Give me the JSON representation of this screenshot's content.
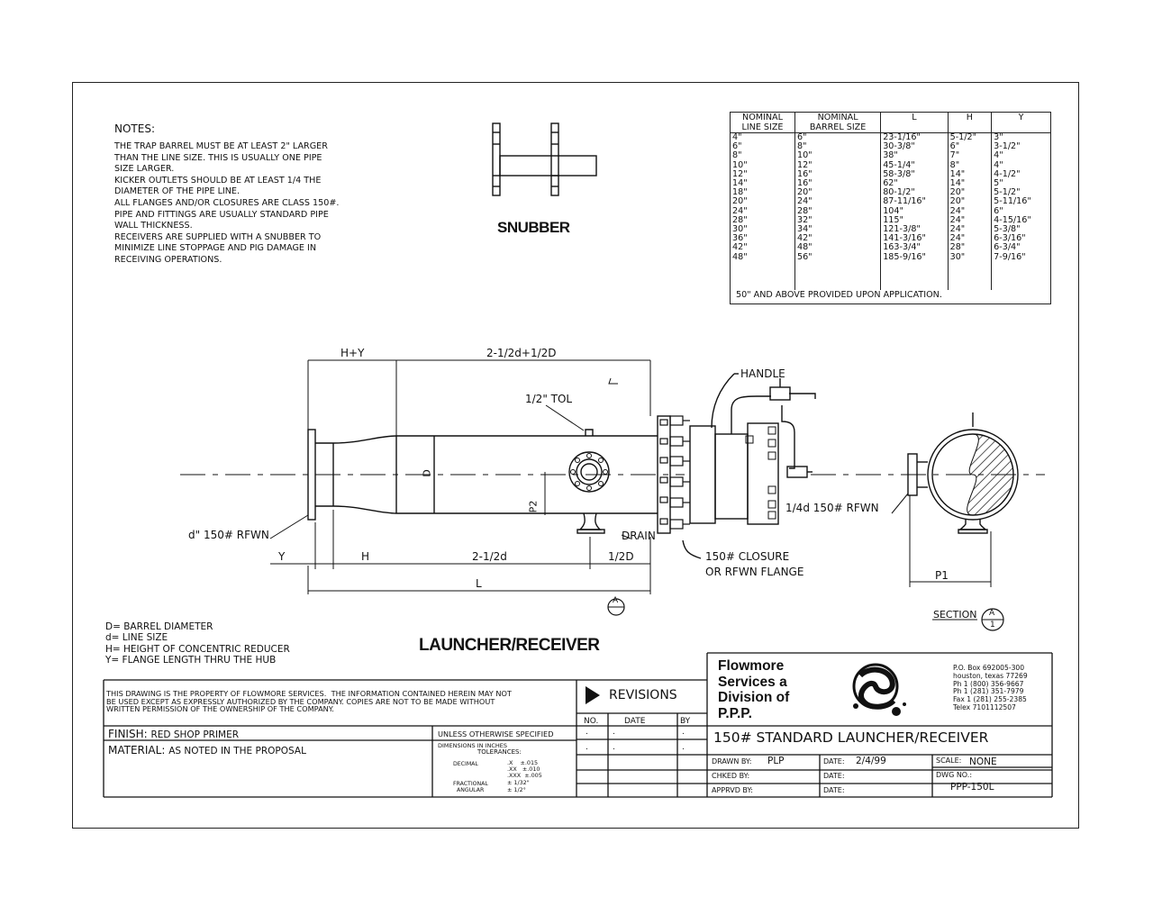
{
  "notes": {
    "heading": "NOTES:",
    "lines": [
      "THE TRAP BARREL MUST BE AT LEAST 2\" LARGER",
      "THAN THE LINE SIZE. THIS IS USUALLY ONE PIPE",
      "SIZE LARGER.",
      "KICKER OUTLETS SHOULD BE AT LEAST 1/4 THE",
      "DIAMETER OF THE PIPE LINE.",
      "ALL FLANGES AND/OR CLOSURES ARE CLASS 150#.",
      "PIPE AND FITTINGS ARE USUALLY STANDARD PIPE",
      "WALL THICKNESS.",
      "RECEIVERS ARE SUPPLIED WITH A SNUBBER TO",
      "MINIMIZE LINE STOPPAGE AND PIG DAMAGE IN",
      "RECEIVING OPERATIONS."
    ]
  },
  "snubber_label": "SNUBBER",
  "spec_table": {
    "headers": [
      "NOMINAL\nLINE SIZE",
      "NOMINAL\nBARREL SIZE",
      "L",
      "H",
      "Y"
    ],
    "rows": [
      [
        "4\"",
        "6\"",
        "23-1/16\"",
        "5-1/2\"",
        "3\""
      ],
      [
        "6\"",
        "8\"",
        "30-3/8\"",
        "6\"",
        "3-1/2\""
      ],
      [
        "8\"",
        "10\"",
        "38\"",
        "7\"",
        "4\""
      ],
      [
        "10\"",
        "12\"",
        "45-1/4\"",
        "8\"",
        "4\""
      ],
      [
        "12\"",
        "16\"",
        "58-3/8\"",
        "14\"",
        "4-1/2\""
      ],
      [
        "14\"",
        "16\"",
        "62\"",
        "14\"",
        "5\""
      ],
      [
        "18\"",
        "20\"",
        "80-1/2\"",
        "20\"",
        "5-1/2\""
      ],
      [
        "20\"",
        "24\"",
        "87-11/16\"",
        "20\"",
        "5-11/16\""
      ],
      [
        "24\"",
        "28\"",
        "104\"",
        "24\"",
        "6\""
      ],
      [
        "28\"",
        "32\"",
        "115\"",
        "24\"",
        "4-15/16\""
      ],
      [
        "30\"",
        "34\"",
        "121-3/8\"",
        "24\"",
        "5-3/8\""
      ],
      [
        "36\"",
        "42\"",
        "141-3/16\"",
        "24\"",
        "6-3/16\""
      ],
      [
        "42\"",
        "48\"",
        "163-3/4\"",
        "28\"",
        "6-3/4\""
      ],
      [
        "48\"",
        "56\"",
        "185-9/16\"",
        "30\"",
        "7-9/16\""
      ]
    ],
    "footnote": "50\" AND ABOVE PROVIDED UPON APPLICATION."
  },
  "dims": {
    "hy": "H+Y",
    "top_span": "2-1/2d+1/2D",
    "tol": "1/2\" TOL",
    "d_big": "D",
    "p2": "P2",
    "drain": "DRAIN",
    "rfwn_left": "d\" 150# RFWN",
    "y": "Y",
    "h": "H",
    "mid_span": "2-1/2d",
    "half_d": "1/2D",
    "l": "L",
    "handle": "HANDLE",
    "closure_1": "150# CLOSURE",
    "closure_2": "OR RFWN FLANGE",
    "rfwn_right": "1/4d 150# RFWN",
    "p1": "P1",
    "section": "SECTION",
    "section_letter": "A",
    "section_num": "1",
    "section_mark": "A"
  },
  "legend": [
    "D= BARREL DIAMETER",
    "d= LINE SIZE",
    "H= HEIGHT OF CONCENTRIC REDUCER",
    "Y= FLANGE LENGTH THRU THE HUB"
  ],
  "main_title": "LAUNCHER/RECEIVER",
  "title_block": {
    "property_notice": [
      "THIS DRAWING IS THE PROPERTY OF FLOWMORE SERVICES.  THE INFORMATION CONTAINED HEREIN MAY NOT",
      "BE USED EXCEPT AS EXPRESSLY AUTHORIZED BY THE COMPANY. COPIES ARE NOT TO BE MADE WITHOUT",
      "WRITTEN PERMISSION OF THE OWNERSHIP OF THE COMPANY."
    ],
    "revisions": "REVISIONS",
    "rev_no": "NO.",
    "rev_date": "DATE",
    "rev_by": "BY",
    "company_lines": [
      "Flowmore",
      "Services a",
      "Division of",
      "P.P.P."
    ],
    "address": [
      "P.O. Box 692005-300",
      "houston, texas 77269",
      "Ph 1 (800) 356-9667",
      "Ph 1 (281) 351-7979",
      "Fax 1 (281) 255-2385",
      "Telex 7101112507"
    ],
    "finish_label": "FINISH:",
    "finish_value": "RED SHOP PRIMER",
    "material_label": "MATERIAL:",
    "material_value": "AS NOTED IN THE PROPOSAL",
    "unless": "UNLESS OTHERWISE SPECIFIED",
    "dims_in": "DIMENSIONS IN INCHES",
    "tolerances": "TOLERANCES:",
    "decimal": "DECIMAL",
    "tol_x": ".X    ±.015",
    "tol_xx": ".XX   ±.010",
    "tol_xxx": ".XXX  ±.005",
    "fractional": "FRACTIONAL",
    "angular": "ANGULAR",
    "tol_frac": "± 1/32\"",
    "tol_ang": "± 1/2°",
    "drawing_title": "150# STANDARD LAUNCHER/RECEIVER",
    "drawn_by_label": "DRAWN BY:",
    "drawn_by": "PLP",
    "date_label": "DATE:",
    "date": "2/4/99",
    "scale_label": "SCALE:",
    "scale": "NONE",
    "chked_label": "CHKED BY:",
    "date2_label": "DATE:",
    "dwg_label": "DWG NO.:",
    "dwg_no": "PPP-150L",
    "apprvd_label": "APPRVD BY:",
    "date3_label": "DATE:"
  }
}
